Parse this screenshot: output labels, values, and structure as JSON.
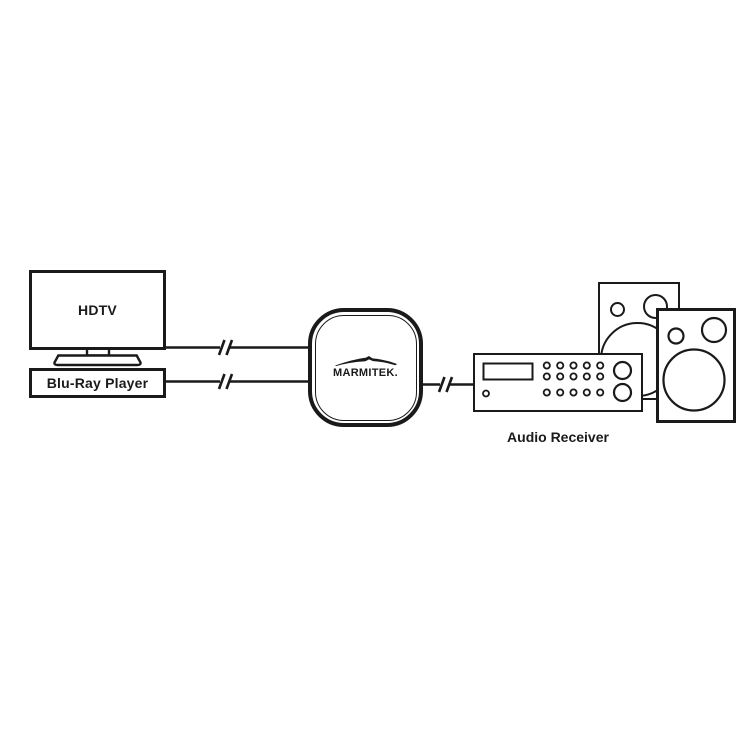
{
  "diagram": {
    "background_color": "#ffffff",
    "stroke_color": "#1a1a1a",
    "devices": {
      "hdtv": {
        "label": "HDTV"
      },
      "bluray": {
        "label": "Blu-Ray Player"
      },
      "hub": {
        "brand": "MARMITEK."
      },
      "receiver": {
        "label": "Audio Receiver"
      },
      "speakers": {
        "count": "2"
      }
    },
    "connections": [
      {
        "from": "HDTV",
        "to": "MARMITEK hub",
        "style": "line-with-break-marks"
      },
      {
        "from": "Blu-Ray Player",
        "to": "MARMITEK hub",
        "style": "line-with-break-marks"
      },
      {
        "from": "MARMITEK hub",
        "to": "Audio Receiver",
        "style": "line-with-break-marks"
      }
    ]
  }
}
